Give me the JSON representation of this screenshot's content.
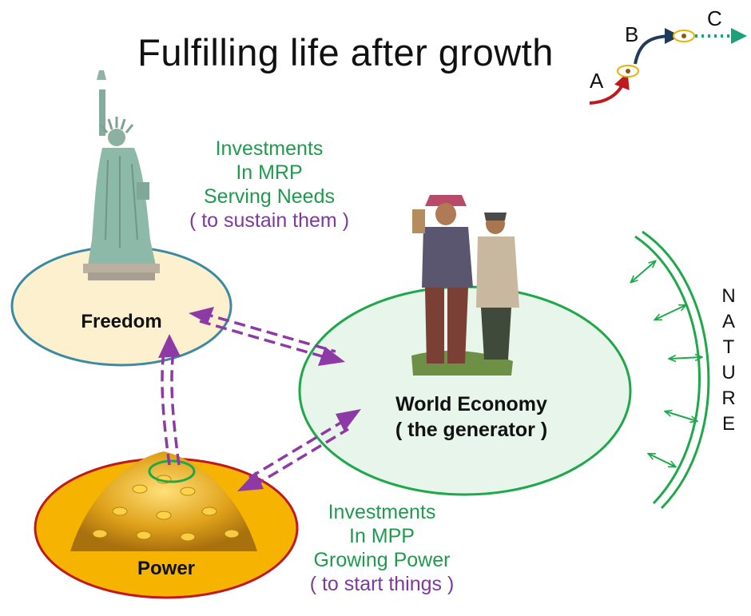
{
  "title": "Fulfilling life after growth",
  "legend": {
    "a": "A",
    "b": "B",
    "c": "C"
  },
  "investments_mrp": {
    "line1": "Investments",
    "line2": "In MRP",
    "line3": "Serving Needs",
    "line4": "( to sustain them )"
  },
  "investments_mpp": {
    "line1": "Investments",
    "line2": "In MPP",
    "line3": "Growing Power",
    "line4": "( to start things )"
  },
  "freedom": {
    "label": "Freedom"
  },
  "power": {
    "label": "Power"
  },
  "economy": {
    "line1": "World Economy",
    "line2": "( the generator )"
  },
  "nature": [
    "N",
    "A",
    "T",
    "U",
    "R",
    "E"
  ],
  "colors": {
    "freedom_fill": "#fdf0cf",
    "freedom_stroke": "#3b8aa3",
    "economy_fill": "#e7f5ea",
    "economy_stroke": "#1ea84a",
    "power_fill": "#f6b400",
    "power_stroke": "#c0181d",
    "arrow_purple": "#8e3aa6",
    "text_green": "#1f9a4e",
    "text_purple": "#7b3a9c",
    "arrow_red": "#c0181d",
    "arrow_navy": "#1f3a5a",
    "arrow_teal": "#1ea07a"
  }
}
